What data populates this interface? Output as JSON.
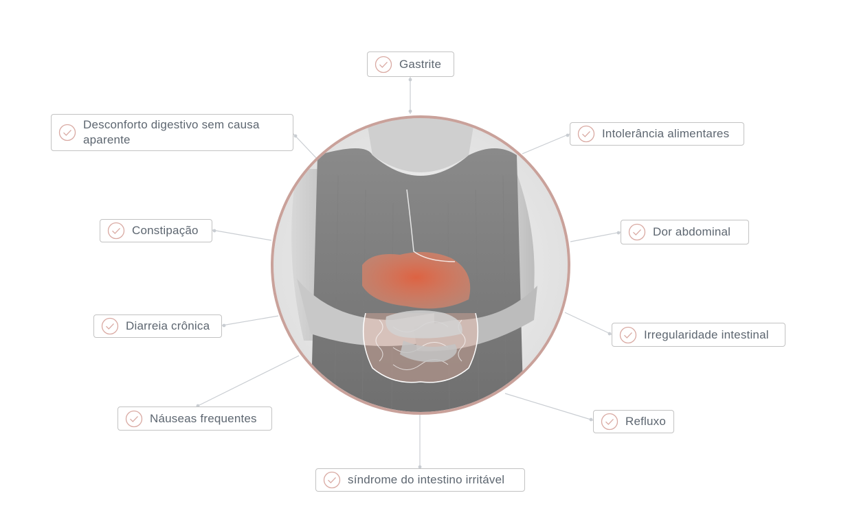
{
  "colors": {
    "accent": "#d9a9a2",
    "ring": "#c9a19a",
    "border": "#c2c2c2",
    "text": "#5d6670",
    "line": "#c9cdd2",
    "organ": "#e2613f"
  },
  "icon": "check-circle-icon",
  "labels": [
    {
      "id": "gastrite",
      "text": "Gastrite"
    },
    {
      "id": "desconforto",
      "text": "Desconforto digestivo sem causa aparente"
    },
    {
      "id": "intolerancia",
      "text": "Intolerância alimentares"
    },
    {
      "id": "constipacao",
      "text": "Constipação"
    },
    {
      "id": "dor-abdominal",
      "text": "Dor abdominal"
    },
    {
      "id": "diarreia",
      "text": "Diarreia crônica"
    },
    {
      "id": "irregularidade",
      "text": "Irregularidade intestinal"
    },
    {
      "id": "nauseas",
      "text": "Náuseas frequentes"
    },
    {
      "id": "refluxo",
      "text": "Refluxo"
    },
    {
      "id": "sindrome",
      "text": "síndrome do intestino irritável"
    }
  ]
}
